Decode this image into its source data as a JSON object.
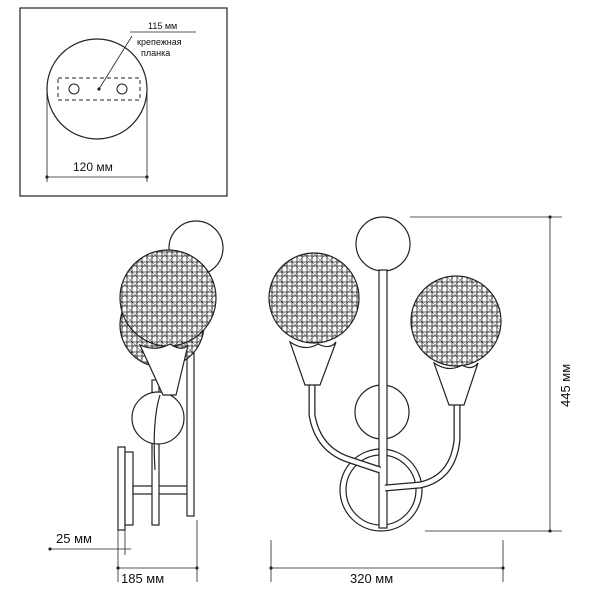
{
  "inset": {
    "callout_dimension": "115 мм",
    "callout_line1": "крепежная",
    "callout_line2": "планка",
    "diameter_label": "120 мм"
  },
  "dimensions": {
    "height": "445 мм",
    "side_depth": "185 мм",
    "front_width": "320 мм",
    "wall_offset": "25 мм"
  }
}
